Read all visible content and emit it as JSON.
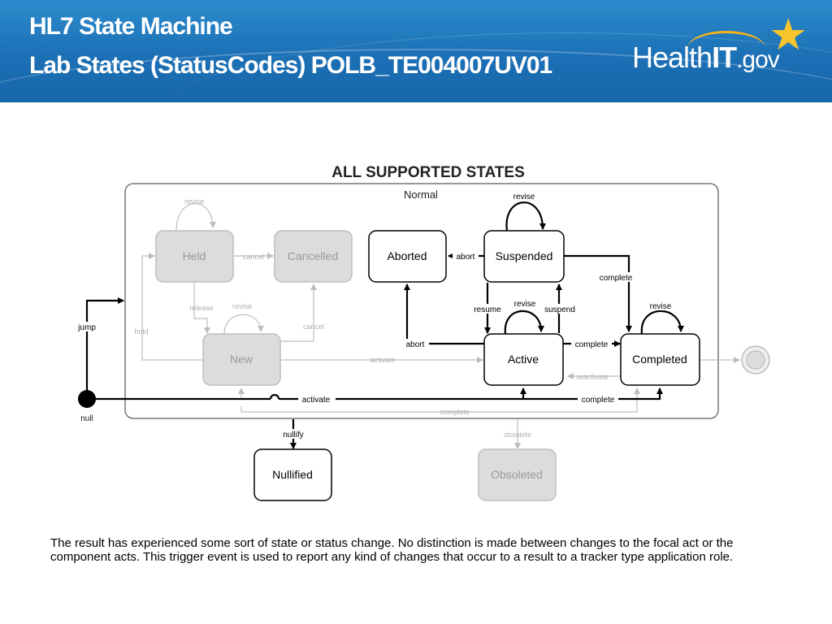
{
  "header": {
    "title_line1": "HL7 State Machine",
    "title_line2": "Lab States (StatusCodes) POLB_TE004007UV01",
    "logo_health": "Health",
    "logo_it": "IT",
    "logo_gov": ".gov"
  },
  "diagram": {
    "title": "ALL SUPPORTED STATES",
    "group_label": "Normal",
    "states": {
      "held": "Held",
      "cancelled": "Cancelled",
      "new": "New",
      "aborted": "Aborted",
      "suspended": "Suspended",
      "active": "Active",
      "completed": "Completed",
      "nullified": "Nullified",
      "obsoleted": "Obsoleted",
      "null": "null"
    },
    "transitions": {
      "revise_held": "revise",
      "cancel_held": "cancel",
      "release": "release",
      "revise_new": "revise",
      "cancel_new": "cancel",
      "hold": "hold",
      "activate_new": "activate",
      "revise_suspended": "revise",
      "abort_suspended": "abort",
      "complete_suspended": "complete",
      "resume": "resume",
      "revise_active": "revise",
      "suspend": "suspend",
      "abort_active": "abort",
      "complete_active": "complete",
      "reactivate": "reactivate",
      "revise_completed": "revise",
      "jump": "jump",
      "activate_null": "activate",
      "complete_null": "complete",
      "complete_new": "complete",
      "nullify": "nullify",
      "obsolete": "obsolete"
    }
  },
  "caption": "The result has experienced some sort of state or status change. No distinction is made between changes to the focal act or the component acts. This trigger event is used to report any kind of changes that occur to a result to a tracker type application role."
}
